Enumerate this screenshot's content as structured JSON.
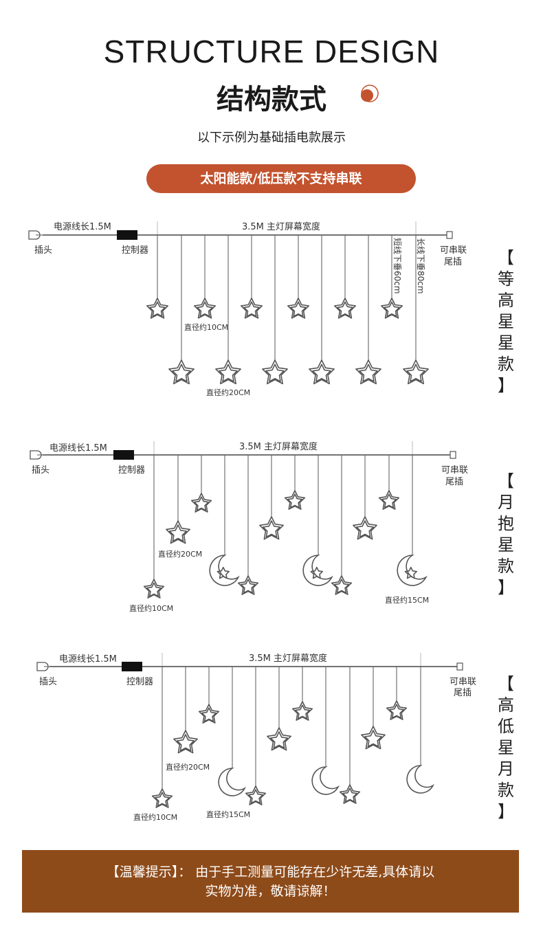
{
  "header": {
    "title_en": "STRUCTURE DESIGN",
    "title_cn": "结构款式",
    "subtitle": "以下示例为基础插电款展示",
    "pill": "太阳能款/低压款不支持串联"
  },
  "colors": {
    "accent": "#c2532e",
    "notice_bg": "#8e4b1a"
  },
  "diagram1": {
    "power_cord": "电源线长1.5M",
    "plug": "插头",
    "controller": "控制器",
    "width_label": "3.5M 主灯屏幕宽度",
    "tail_plug": "可串联尾插",
    "tail_plug_line1": "可串联",
    "tail_plug_line2": "尾插",
    "short_drop": "短线下垂60cm",
    "long_drop": "长线下垂80cm",
    "dia_small": "直径约10CM",
    "dia_large": "直径约20CM",
    "side_chars": [
      "【",
      "等",
      "高",
      "星",
      "星",
      "款",
      "】"
    ]
  },
  "diagram2": {
    "power_cord": "电源线长1.5M",
    "plug": "插头",
    "controller": "控制器",
    "width_label": "3.5M 主灯屏幕宽度",
    "tail_plug_line1": "可串联",
    "tail_plug_line2": "尾插",
    "dia_large": "直径约20CM",
    "dia_small": "直径约10CM",
    "dia_moon": "直径约15CM",
    "side_chars": [
      "【",
      "月",
      "抱",
      "星",
      "款",
      "】"
    ]
  },
  "diagram3": {
    "power_cord": "电源线长1.5M",
    "plug": "插头",
    "controller": "控制器",
    "width_label": "3.5M 主灯屏幕宽度",
    "tail_plug_line1": "可串联",
    "tail_plug_line2": "尾插",
    "dia_large": "直径约20CM",
    "dia_small": "直径约10CM",
    "dia_moon": "直径约15CM",
    "side_chars": [
      "【",
      "高",
      "低",
      "星",
      "月",
      "款",
      "】"
    ]
  },
  "notice": {
    "line1": "【温馨提示】： 由于手工测量可能存在少许无差,具体请以",
    "line2": "实物为准，敬请谅解！"
  }
}
